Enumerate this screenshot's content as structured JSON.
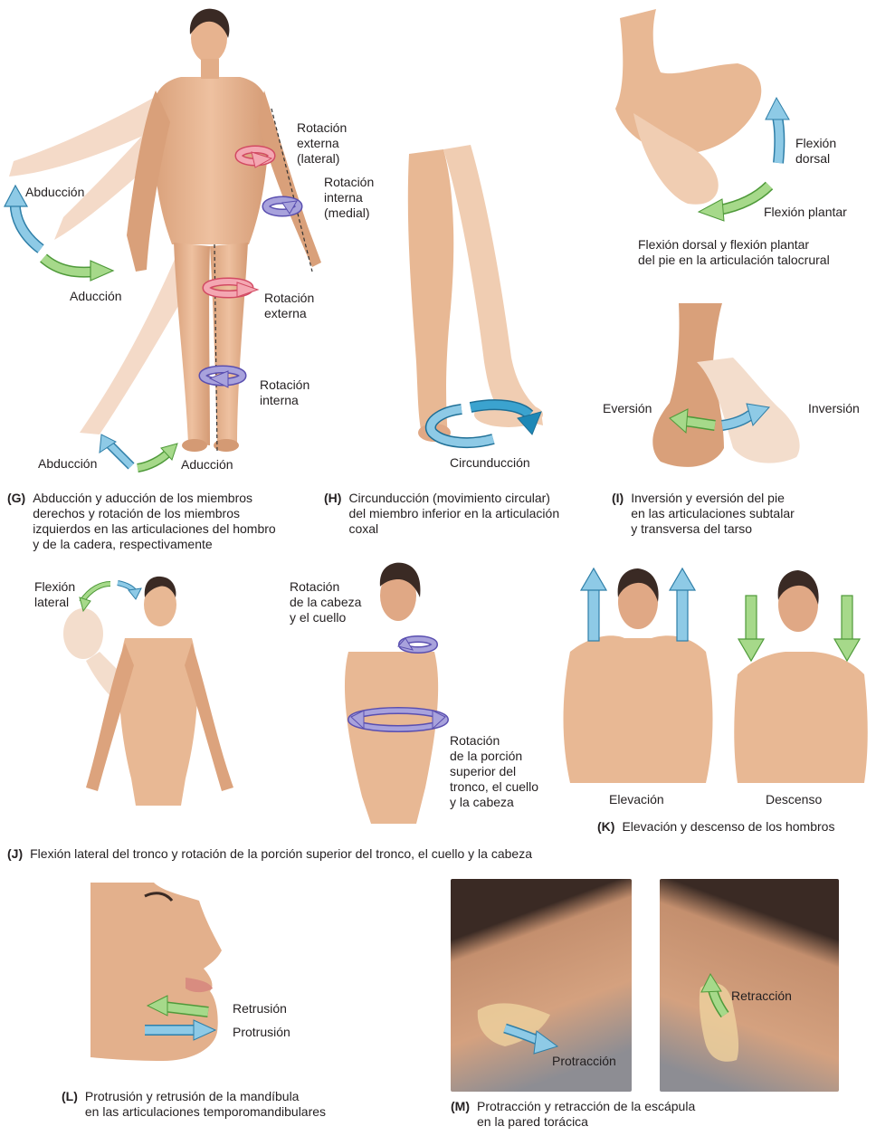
{
  "colors": {
    "skin": "#e8b894",
    "skin_light": "#f1d3bb",
    "skin_dark": "#c98e6a",
    "hair": "#3a2a24",
    "arrow_blue": "#8ecae6",
    "arrow_blue_stroke": "#2f7fa8",
    "arrow_green": "#a6d98a",
    "arrow_green_stroke": "#4f9a3a",
    "arrow_pink": "#f4a7b2",
    "arrow_pink_stroke": "#d24a63",
    "arrow_purple": "#a8a2dc",
    "arrow_purple_stroke": "#5a4fb0",
    "photo_bg": "#8d8d93",
    "text": "#231f20"
  },
  "panels": {
    "G": {
      "labels": {
        "abduccion_arm": "Abducción",
        "aduccion_arm": "Aducción",
        "rot_ext_lat": "Rotación\nexterna\n(lateral)",
        "rot_int_med": "Rotación\ninterna\n(medial)",
        "rot_ext": "Rotación\nexterna",
        "rot_int": "Rotación\ninterna",
        "abduccion_leg": "Abducción",
        "aduccion_leg": "Aducción"
      },
      "caption_letter": "(G)",
      "caption": "Abducción y aducción de los miembros\nderechos y rotación de los miembros\nizquierdos en las articulaciones del hombro\ny de la cadera, respectivamente"
    },
    "H": {
      "labels": {
        "circunduccion": "Circunducción"
      },
      "caption_letter": "(H)",
      "caption": "Circunducción (movimiento circular)\ndel miembro inferior en la articulación\ncoxal"
    },
    "foot_dorsal": {
      "labels": {
        "flexion_dorsal": "Flexión\ndorsal",
        "flexion_plantar": "Flexión plantar",
        "subcaption": "Flexión dorsal y flexión plantar\ndel pie en la articulación talocrural"
      }
    },
    "I": {
      "labels": {
        "eversion": "Eversión",
        "inversion": "Inversión"
      },
      "caption_letter": "(I)",
      "caption": "Inversión y eversión del pie\nen las articulaciones subtalar\ny transversa del tarso"
    },
    "J": {
      "labels": {
        "flexion_lateral": "Flexión\nlateral",
        "rot_cabeza": "Rotación\nde la cabeza\ny el cuello",
        "rot_tronco": "Rotación\nde la porción\nsuperior del\ntronco, el cuello\ny la cabeza"
      },
      "caption_letter": "(J)",
      "caption": "Flexión lateral del tronco y rotación de la porción superior del tronco, el cuello y la cabeza"
    },
    "K": {
      "labels": {
        "elevacion": "Elevación",
        "descenso": "Descenso"
      },
      "caption_letter": "(K)",
      "caption": "Elevación y descenso de los hombros"
    },
    "L": {
      "labels": {
        "retrusion": "Retrusión",
        "protrusion": "Protrusión"
      },
      "caption_letter": "(L)",
      "caption": "Protrusión y retrusión de la mandíbula\nen las articulaciones temporomandibulares"
    },
    "M": {
      "labels": {
        "protraccion": "Protracción",
        "retraccion": "Retracción"
      },
      "caption_letter": "(M)",
      "caption": "Protracción y retracción de la escápula\nen la pared torácica"
    }
  }
}
